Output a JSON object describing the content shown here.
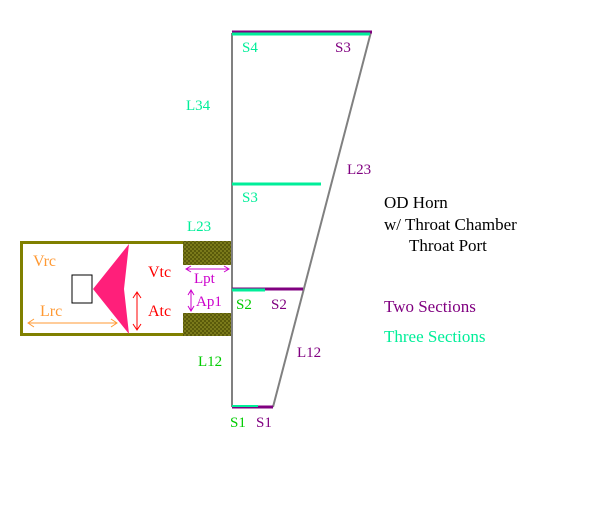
{
  "title": {
    "line1": "OD Horn",
    "line2": "w/ Throat Chamber",
    "line3": "Throat Port"
  },
  "legend": {
    "two_sections": "Two Sections",
    "three_sections": "Three Sections"
  },
  "chamber_labels": {
    "vrc": "Vrc",
    "lrc": "Lrc",
    "vtc": "Vtc",
    "atc": "Atc",
    "lpt": "Lpt",
    "ap1": "Ap1"
  },
  "green_labels": {
    "s4": "S4",
    "s3": "S3",
    "s2": "S2",
    "s1": "S1",
    "l34": "L34",
    "l23": "L23",
    "l12": "L12"
  },
  "purple_labels": {
    "s3": "S3",
    "s2": "S2",
    "s1": "S1",
    "l23": "L23",
    "l12": "L12"
  },
  "colors": {
    "olive": "#808000",
    "dark_olive": "#5a5a10",
    "magenta": "#ff1f7a",
    "purple": "#800080",
    "lime": "#00cc00",
    "teal_green": "#00ee99",
    "orange": "#ff9933",
    "red": "#ff0000",
    "gray": "#808080",
    "violet": "#cc00cc"
  }
}
